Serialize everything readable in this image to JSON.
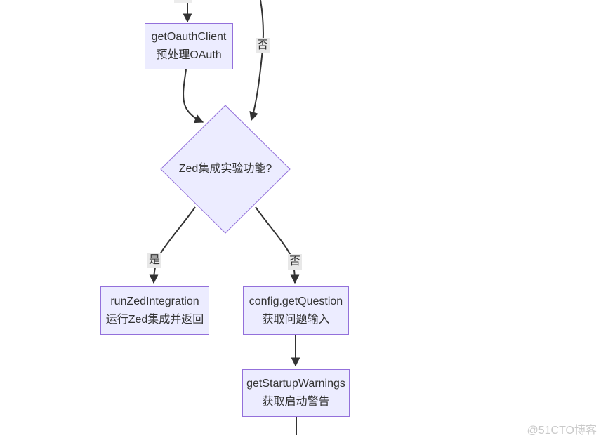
{
  "page": {
    "background": "#ffffff",
    "watermark": "@51CTO博客"
  },
  "diagram": {
    "type": "flowchart",
    "direction": "top-down",
    "colors": {
      "node_fill": "#ECECFF",
      "node_border": "#9370DB",
      "edge_stroke": "#333333",
      "edge_label_bg": "#e8e8e8",
      "text": "#333333"
    },
    "nodes": {
      "oauth": {
        "title": "getOauthClient",
        "subtitle": "预处理OAuth"
      },
      "decision": {
        "title": "Zed集成实验功能?"
      },
      "run_zed": {
        "title": "runZedIntegration",
        "subtitle": "运行Zed集成并返回"
      },
      "get_question": {
        "title": "config.getQuestion",
        "subtitle": "获取问题输入"
      },
      "startup_warnings": {
        "title": "getStartupWarnings",
        "subtitle": "获取启动警告"
      }
    },
    "edge_labels": {
      "top_no": "否",
      "yes": "是",
      "no": "否"
    },
    "connections": [
      {
        "from": "(offscreen-top)",
        "to": "getOauthClient",
        "label": ""
      },
      {
        "from": "(offscreen-top)",
        "to": "Zed集成实验功能?",
        "label": "否"
      },
      {
        "from": "getOauthClient",
        "to": "Zed集成实验功能?",
        "label": ""
      },
      {
        "from": "Zed集成实验功能?",
        "to": "runZedIntegration",
        "label": "是"
      },
      {
        "from": "Zed集成实验功能?",
        "to": "config.getQuestion",
        "label": "否"
      },
      {
        "from": "config.getQuestion",
        "to": "getStartupWarnings",
        "label": ""
      },
      {
        "from": "getStartupWarnings",
        "to": "(offscreen-bottom)",
        "label": ""
      }
    ]
  }
}
